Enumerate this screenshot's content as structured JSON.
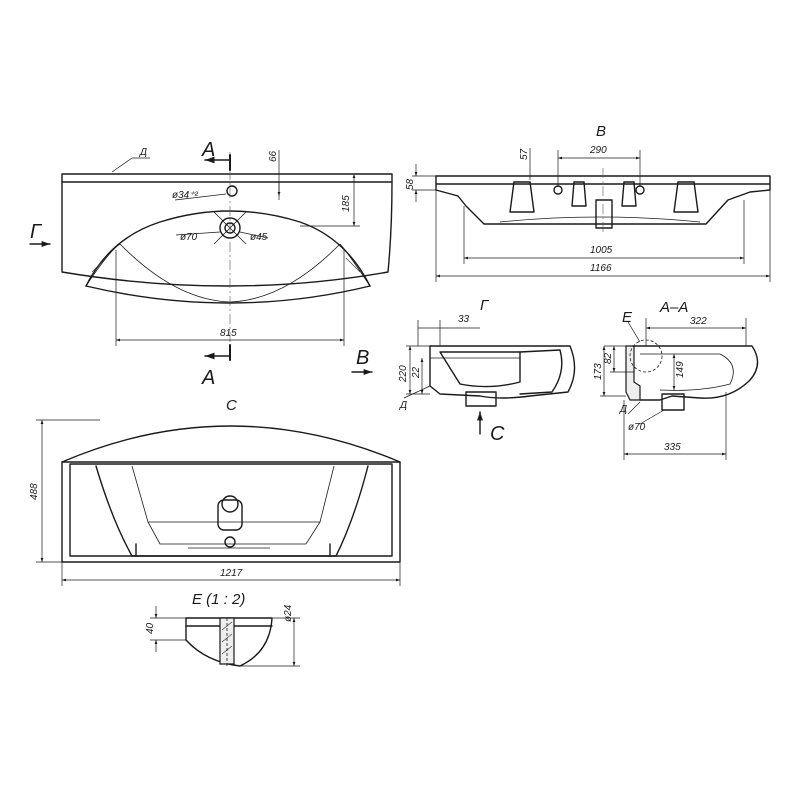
{
  "views": {
    "top": {
      "dim_width": "815",
      "dim_depth": "185",
      "dim_66": "66",
      "dim_hole": "ø34⁺²",
      "dim_drain": "ø70",
      "dim_overflow": "ø45",
      "label_d": "Д",
      "cut_top": "A",
      "cut_bottom": "A",
      "view_g": "Г"
    },
    "front": {
      "title": "B",
      "dim_290": "290",
      "dim_57": "57",
      "dim_58": "58",
      "dim_1005": "1005",
      "dim_1166": "1166"
    },
    "side_g": {
      "title": "Г",
      "dim_33": "33",
      "dim_22": "22",
      "dim_220": "220",
      "label_d": "Д",
      "view_b": "B",
      "view_c": "C"
    },
    "section_aa": {
      "title": "A–A",
      "label_e": "E",
      "dim_322": "322",
      "dim_82": "82",
      "dim_173": "173",
      "dim_149": "149",
      "label_d": "Д",
      "dim_drain": "ø70",
      "dim_335": "335"
    },
    "view_c": {
      "title": "C",
      "dim_488": "488",
      "dim_1217": "1217"
    },
    "detail_e": {
      "title": "E (1 : 2)",
      "dim_40": "40",
      "dim_24": "ø24"
    }
  }
}
